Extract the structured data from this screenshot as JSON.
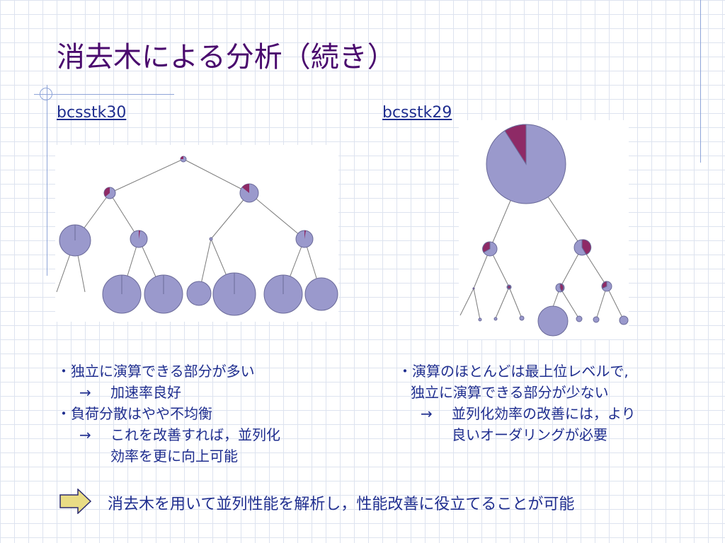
{
  "slide": {
    "title": "消去木による分析（続き）"
  },
  "colors": {
    "title": "#4a0a6e",
    "text": "#1f2e8f",
    "node_fill": "#9a99cc",
    "node_stroke": "#6a6a99",
    "slice_fill": "#8e2a66",
    "edge": "#7a7a7a",
    "arrow_fill": "#e9dc84"
  },
  "left": {
    "matrix_label": "bcsstk30",
    "notes": {
      "line1_bullet": "・",
      "line1": "独立に演算できる部分が多い",
      "line2_arrow": "→",
      "line2": "加速率良好",
      "line3_bullet": "・",
      "line3": "負荷分散はやや不均衡",
      "line4_arrow": "→",
      "line4": "これを改善すれば，並列化",
      "line5": "効率を更に向上可能"
    }
  },
  "right": {
    "matrix_label": "bcsstk29",
    "notes": {
      "line1_bullet": "・",
      "line1": "演算のほとんどは最上位レベルで,",
      "line2": "独立に演算できる部分が少ない",
      "line3_arrow": "→",
      "line3": "並列化効率の改善には，より",
      "line4": "良いオーダリングが必要"
    }
  },
  "conclusion": {
    "icon": "right-arrow-icon",
    "text": "消去木を用いて並列性能を解析し，性能改善に役立てることが可能"
  }
}
